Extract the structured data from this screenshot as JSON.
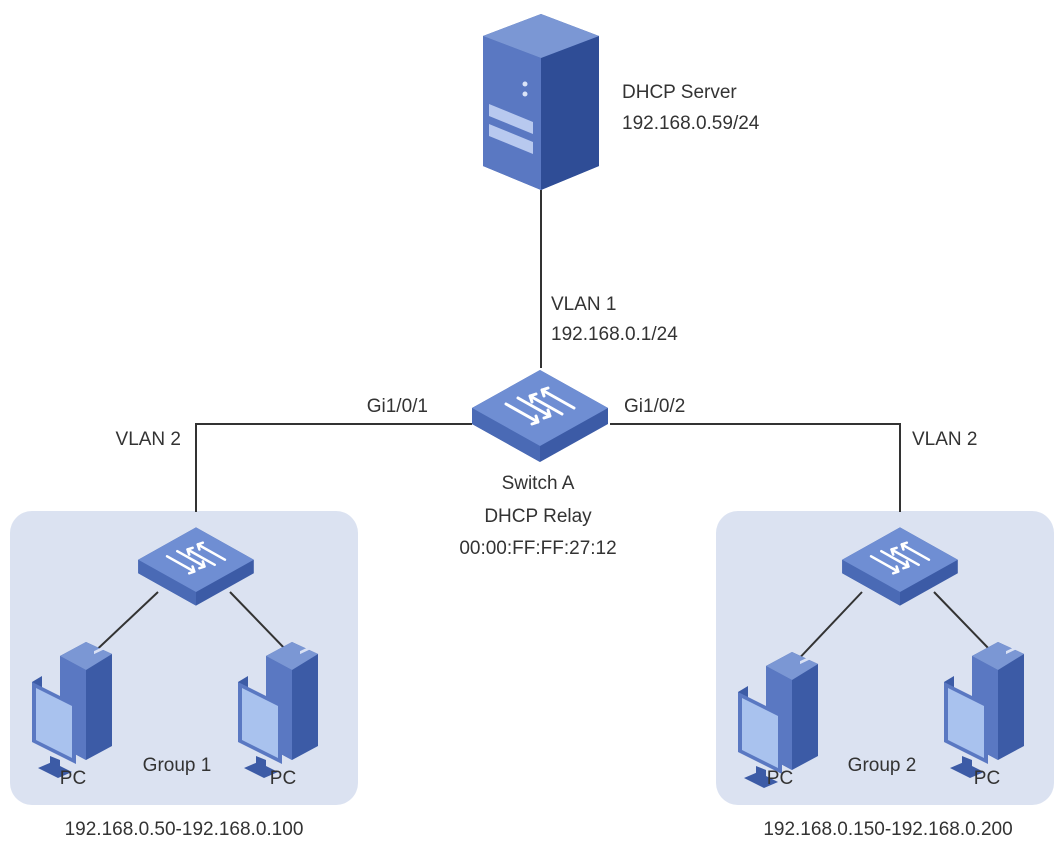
{
  "server": {
    "name": "DHCP Server",
    "ip": "192.168.0.59/24"
  },
  "uplink": {
    "vlan": "VLAN 1",
    "ip": "192.168.0.1/24"
  },
  "switch_a": {
    "name": "Switch A",
    "role": "DHCP Relay",
    "mac": "00:00:FF:FF:27:12"
  },
  "ports": {
    "left": "Gi1/0/1",
    "right": "Gi1/0/2"
  },
  "left_vlan": "VLAN 2",
  "right_vlan": "VLAN 2",
  "group1": {
    "name": "Group 1",
    "pc_left": "PC",
    "pc_right": "PC",
    "range": "192.168.0.50-192.168.0.100"
  },
  "group2": {
    "name": "Group 2",
    "pc_left": "PC",
    "pc_right": "PC",
    "range": "192.168.0.150-192.168.0.200"
  },
  "colors": {
    "group_bg": "#dbe2f1",
    "device_top": "#7b97d4",
    "device_front": "#5a78c2",
    "device_side": "#3c5ba6",
    "line": "#333333"
  }
}
